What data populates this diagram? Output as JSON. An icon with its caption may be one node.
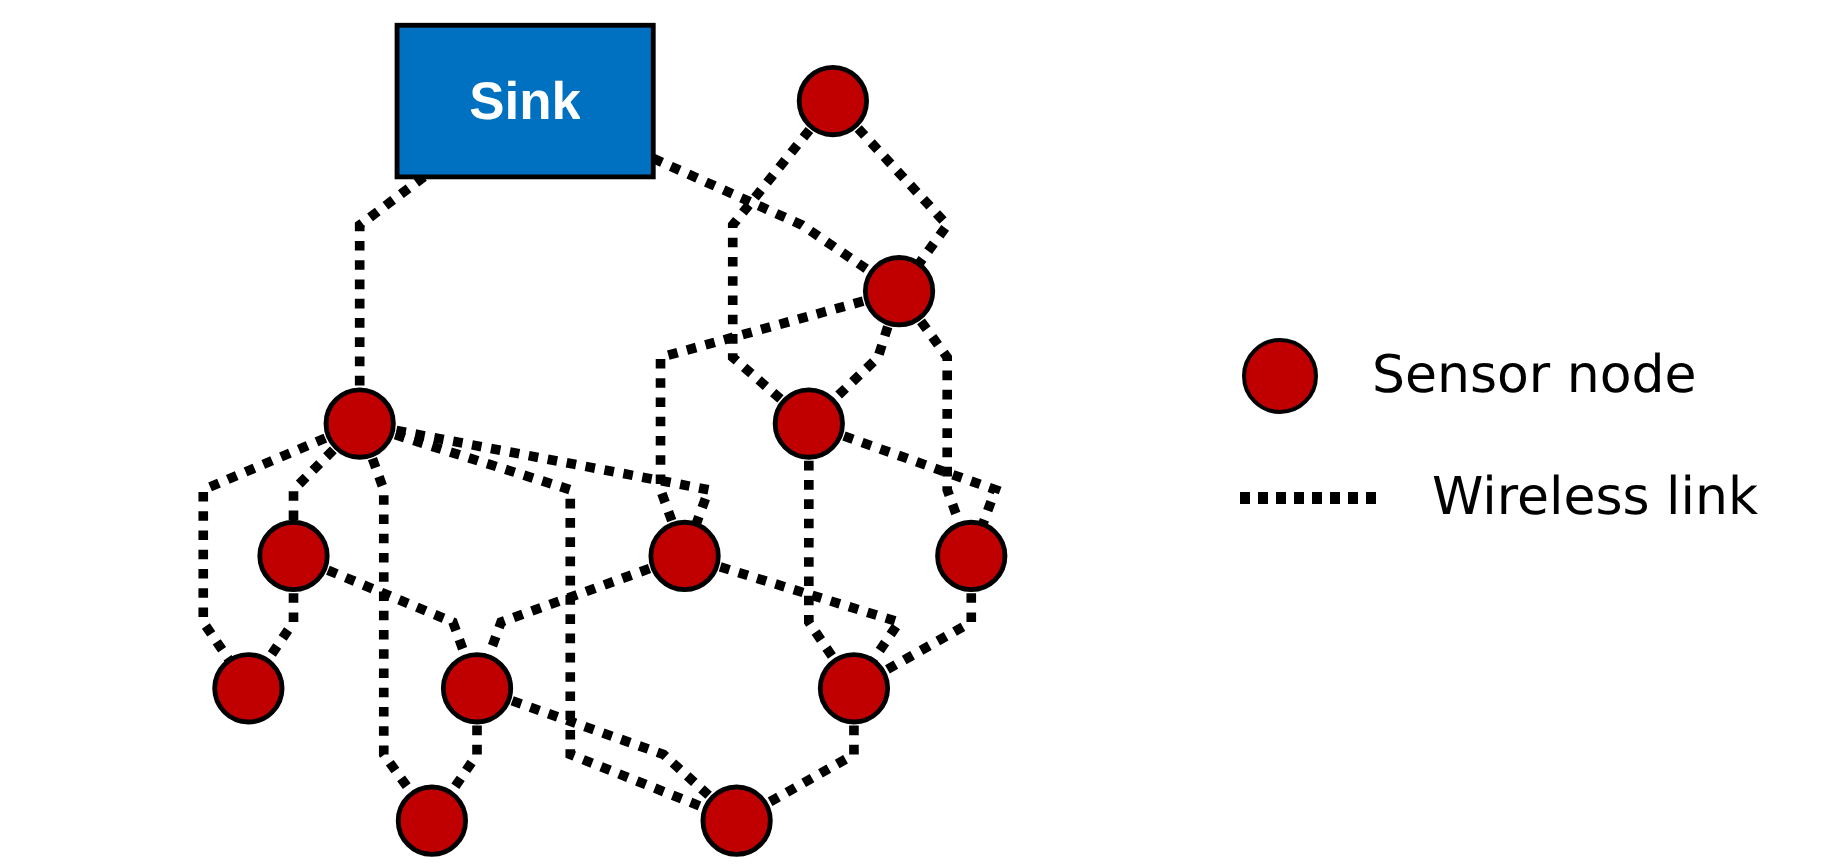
{
  "diagram": {
    "nodes": [
      {
        "text": [
          "Sink"
        ]
      },
      {
        "text": [],
        "shape": "circle"
      },
      {
        "text": [],
        "shape": "circle"
      },
      {
        "text": [],
        "shape": "circle"
      },
      {
        "text": [],
        "shape": "circle"
      },
      {
        "text": [],
        "shape": "circle"
      },
      {
        "text": [],
        "shape": "circle"
      },
      {
        "text": [],
        "shape": "circle"
      },
      {
        "text": [],
        "shape": "circle"
      },
      {
        "text": [],
        "shape": "circle"
      },
      {
        "text": [],
        "shape": "circle"
      },
      {
        "text": [],
        "shape": "circle"
      },
      {
        "text": [],
        "shape": "circle"
      }
    ],
    "edges": [
      {
        "from": 0,
        "to": 2,
        "arrow": "none"
      },
      {
        "from": 0,
        "to": 3,
        "arrow": "none"
      },
      {
        "from": 1,
        "to": 2,
        "arrow": "none"
      },
      {
        "from": 1,
        "to": 6,
        "arrow": "none"
      },
      {
        "from": 2,
        "to": 6,
        "arrow": "none"
      },
      {
        "from": 2,
        "to": 10,
        "arrow": "none"
      },
      {
        "from": 2,
        "to": 7,
        "arrow": "none"
      },
      {
        "from": 3,
        "to": 4,
        "arrow": "none"
      },
      {
        "from": 3,
        "to": 5,
        "arrow": "none"
      },
      {
        "from": 3,
        "to": 7,
        "arrow": "none"
      },
      {
        "from": 3,
        "to": 12,
        "arrow": "none"
      },
      {
        "from": 3,
        "to": 9,
        "arrow": "none"
      },
      {
        "from": 5,
        "to": 4,
        "arrow": "none"
      },
      {
        "from": 5,
        "to": 8,
        "arrow": "none"
      },
      {
        "from": 6,
        "to": 10,
        "arrow": "none"
      },
      {
        "from": 6,
        "to": 11,
        "arrow": "none"
      },
      {
        "from": 7,
        "to": 8,
        "arrow": "none"
      },
      {
        "from": 7,
        "to": 11,
        "arrow": "none"
      },
      {
        "from": 8,
        "to": 9,
        "arrow": "none"
      },
      {
        "from": 8,
        "to": 12,
        "arrow": "none"
      },
      {
        "from": 10,
        "to": 11,
        "arrow": "none"
      },
      {
        "from": 11,
        "to": 12,
        "arrow": "none"
      }
    ],
    "legend": [
      {
        "text": "Sensor node"
      },
      {
        "text": "Wireless link"
      }
    ]
  }
}
